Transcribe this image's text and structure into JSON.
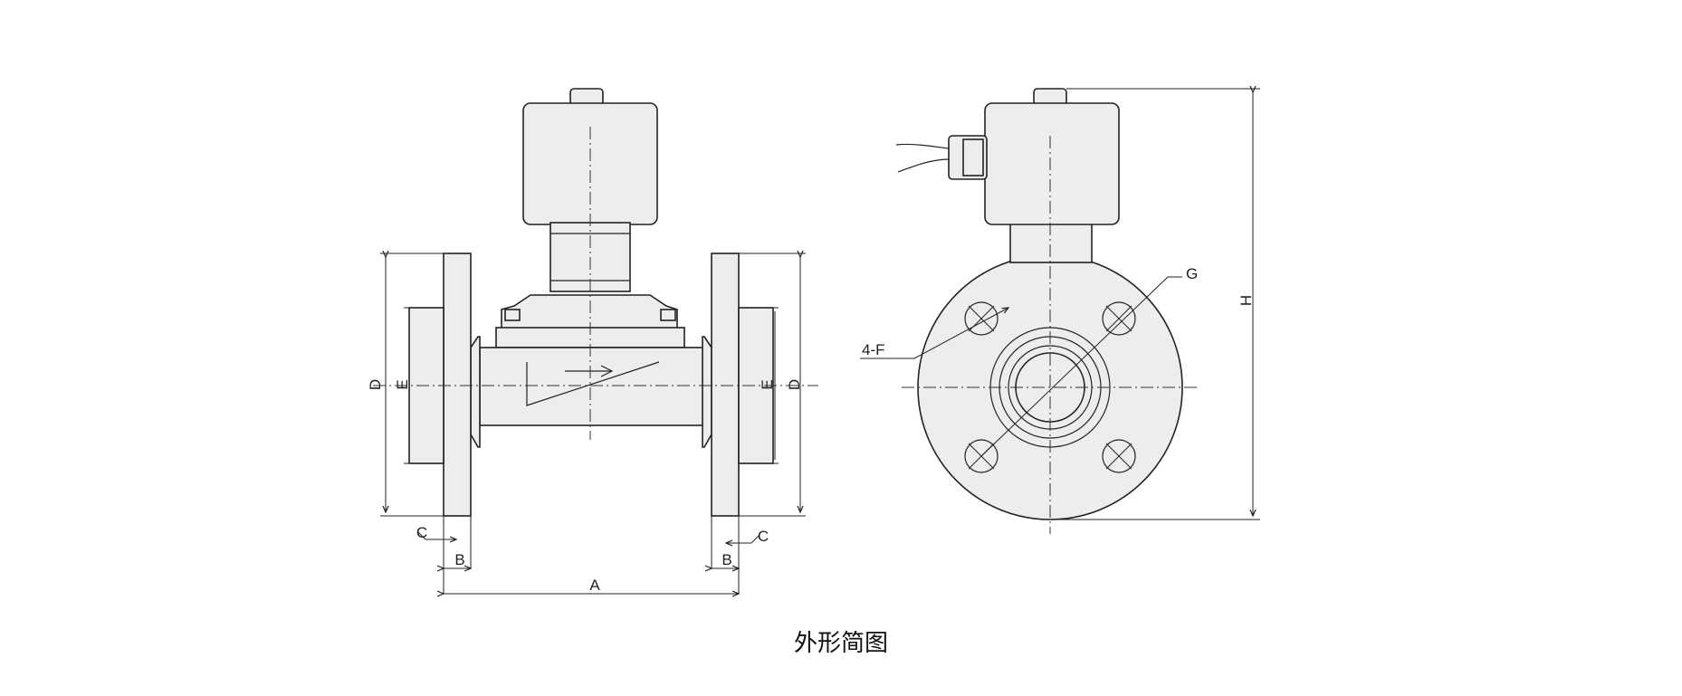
{
  "caption": "外形简图",
  "labels": {
    "A": "A",
    "B_left": "B",
    "B_right": "B",
    "C_left": "C",
    "C_right": "C",
    "D_left": "D",
    "D_right": "D",
    "E_left": "E",
    "E_right": "E",
    "F": "4-F",
    "G": "G",
    "H": "H"
  }
}
